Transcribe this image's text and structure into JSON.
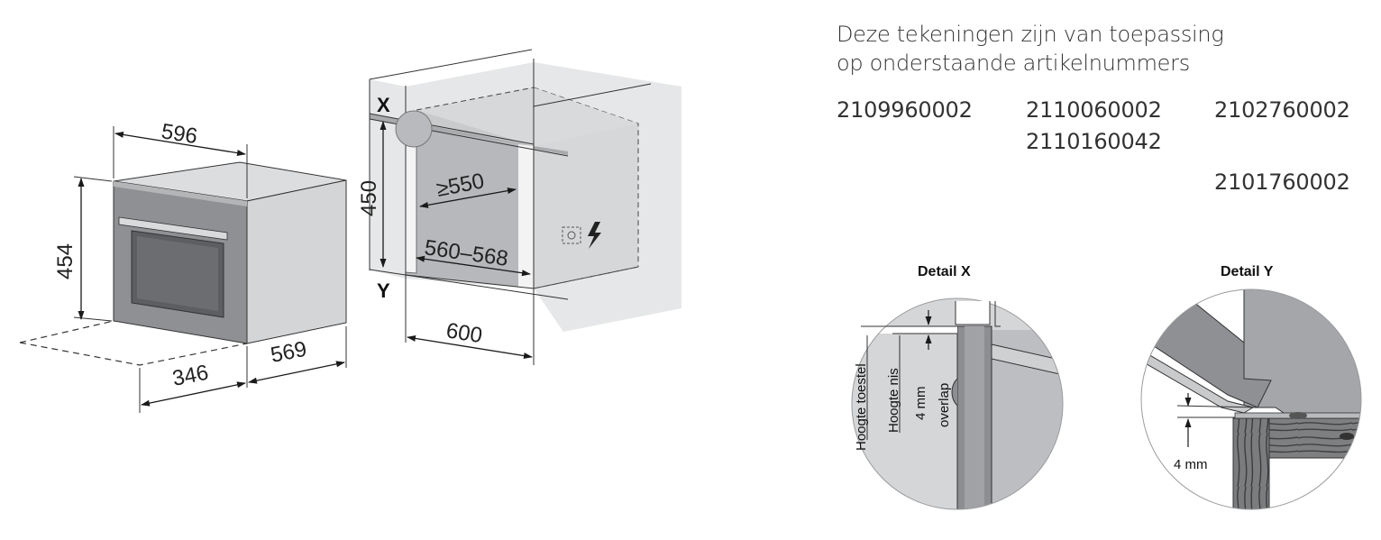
{
  "intro": {
    "line1": "Deze tekeningen zijn van toepassing",
    "line2": "op onderstaande artikelnummers"
  },
  "article_numbers": [
    "2109960002",
    "2110060002",
    "2110160042",
    "2102760002",
    "2101760002"
  ],
  "oven": {
    "width": "596",
    "height": "454",
    "depth": "569",
    "front_depth": "346"
  },
  "niche": {
    "label_x": "X",
    "label_y": "Y",
    "height": "450",
    "depth_min": "≥550",
    "width_range": "560–568",
    "width": "600"
  },
  "detail_x": {
    "title": "Detail X",
    "hoogte_toestel": "Hoogte toestel",
    "hoogte_nis": "Hoogte nis",
    "overlap_mm": "4 mm",
    "overlap": "overlap"
  },
  "detail_y": {
    "title": "Detail Y",
    "gap": "4 mm"
  },
  "colors": {
    "panel_light": "#e6e7e8",
    "panel_mid": "#c9cacc",
    "panel_dark": "#a8aaad",
    "line": "#1a1a1a",
    "text": "#333333"
  }
}
